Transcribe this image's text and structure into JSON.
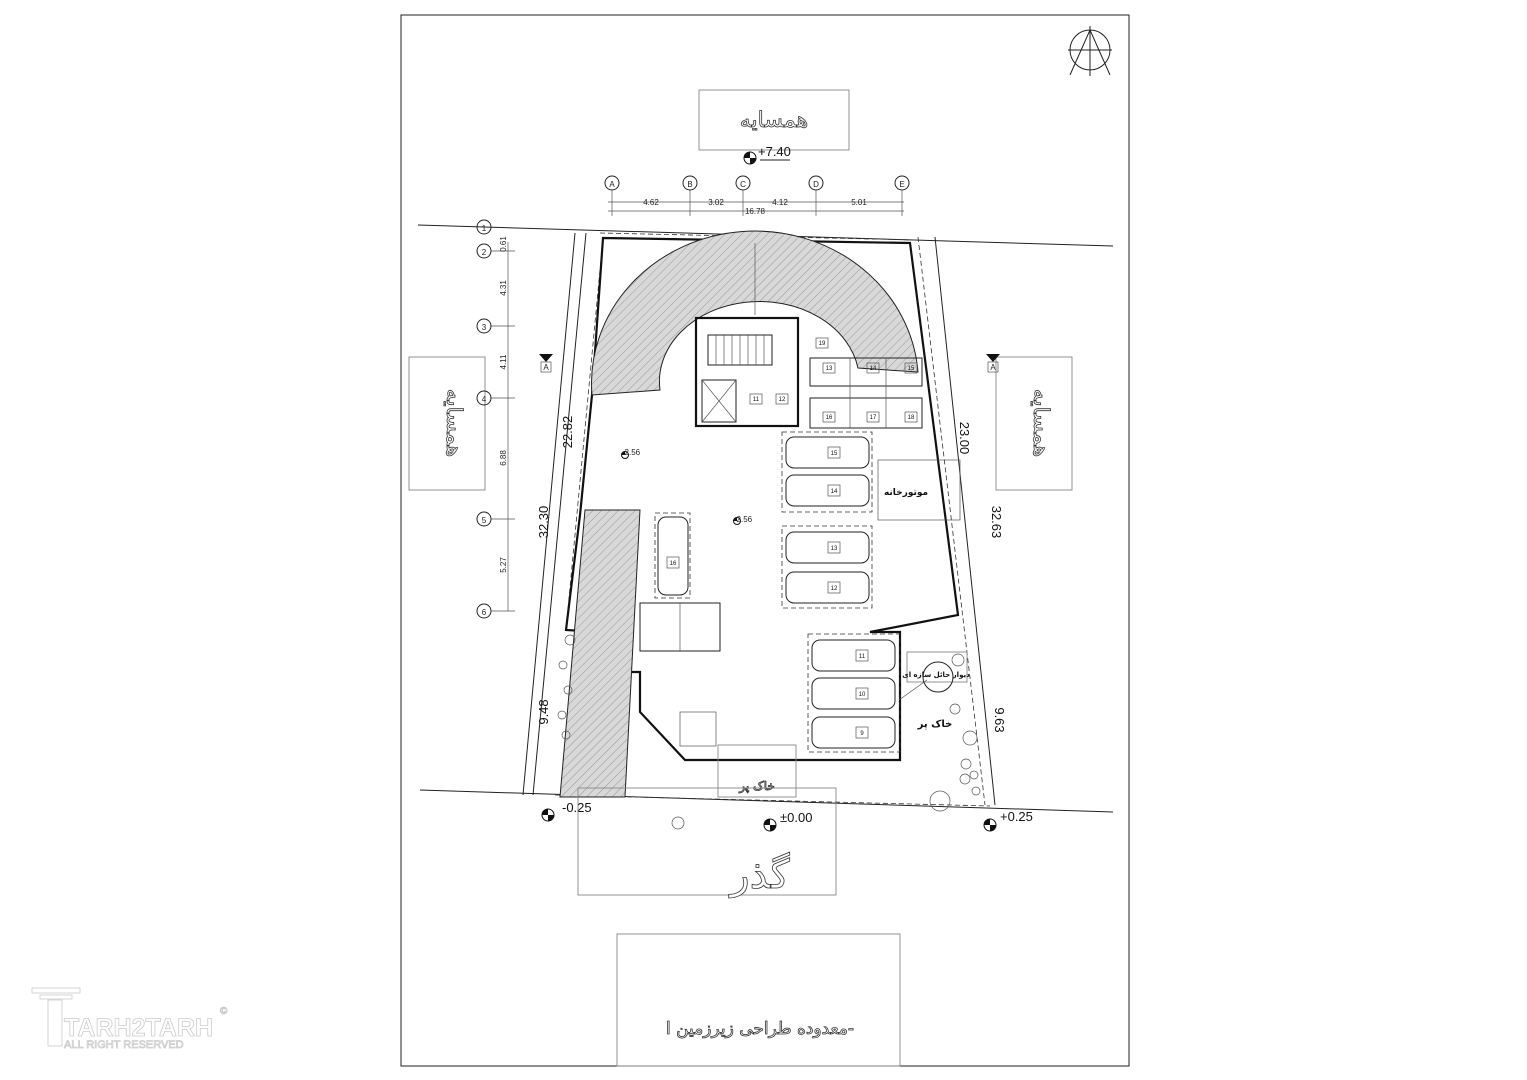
{
  "neighbors": {
    "top": "همسایه",
    "left": "همسایه",
    "right": "همسایه"
  },
  "street_label": "گذر",
  "title": "معدوده طراحی زیرزمین ا-",
  "elevations": {
    "top": "+7.40",
    "left_bottom": "-0.25",
    "center_bottom": "±0.00",
    "right_bottom": "+0.25",
    "floor_1": "-2.56",
    "floor_2": "-2.56"
  },
  "grid_columns": [
    "A",
    "B",
    "C",
    "D",
    "E"
  ],
  "grid_rows": [
    "1",
    "2",
    "3",
    "4",
    "5",
    "6"
  ],
  "column_dimensions": [
    "4.62",
    "3.02",
    "4.12",
    "5.01"
  ],
  "column_total": "16.78",
  "row_dimensions": [
    "0.61",
    "4.31",
    "4.11",
    "6.88",
    "5.27"
  ],
  "site_dimensions": {
    "left_total": "32.30",
    "left_building": "22.82",
    "right_building": "23.00",
    "right_total": "32.63",
    "left_front": "9.48",
    "right_front": "9.63"
  },
  "section_marks": [
    "A",
    "A"
  ],
  "parking_numbers": [
    "15",
    "14",
    "13",
    "12",
    "11",
    "10",
    "9",
    "16"
  ],
  "storage_numbers": [
    "13",
    "14",
    "15",
    "16",
    "17",
    "18",
    "19",
    "11",
    "12"
  ],
  "rooms": {
    "mechanical": "موتورخانه",
    "retaining_wall": "دیوار حائل سازه ای",
    "fill_soil_1": "خاک پر",
    "fill_soil_2": "خاک پر"
  },
  "logo": {
    "name": "TARH2TARH",
    "tagline": "ALL RIGHT RESERVED",
    "copyright": "©"
  }
}
